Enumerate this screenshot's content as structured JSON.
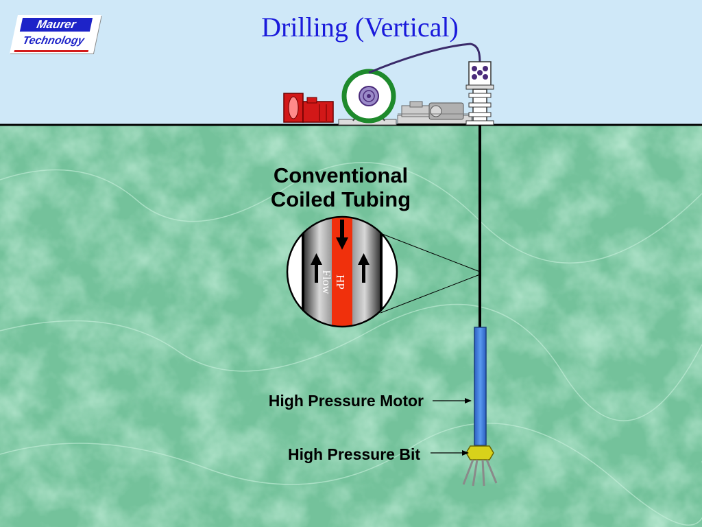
{
  "title": "Drilling (Vertical)",
  "logo": {
    "line1": "Maurer",
    "line2": "Technology"
  },
  "heading": {
    "line1": "Conventional",
    "line2": "Coiled Tubing"
  },
  "inset": {
    "flow_label": "HP Flow"
  },
  "labels": {
    "motor": "High Pressure Motor",
    "bit": "High Pressure Bit"
  },
  "colors": {
    "sky": "#cfe8f8",
    "ground": "#7fc9a2",
    "title": "#1a1adb",
    "flow": "#f0300c",
    "motor": "#3a7fe0",
    "bit": "#d8d21a",
    "reel_ring": "#1e8a2c",
    "pump": "#d21818"
  }
}
